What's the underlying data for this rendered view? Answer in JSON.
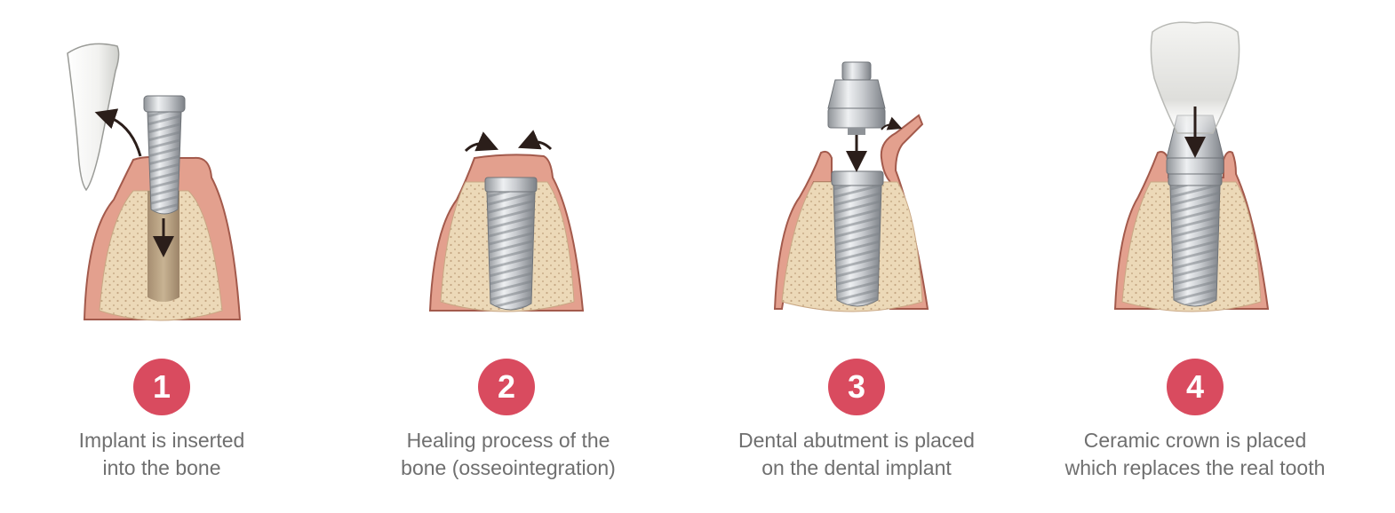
{
  "colors": {
    "badge": "#d94b5f",
    "gum": "#e3a08e",
    "gum_edge": "#a35a4c",
    "bone": "#ecd9b8",
    "metal": "#c4c7cb",
    "arrow": "#2b1e1a",
    "caption": "#6f6f6f"
  },
  "steps": [
    {
      "number": "1",
      "line1": "Implant is inserted",
      "line2": "into the bone",
      "icon": "implant-insertion-illustration"
    },
    {
      "number": "2",
      "line1": "Healing process of the",
      "line2": "bone (osseointegration)",
      "icon": "healing-illustration"
    },
    {
      "number": "3",
      "line1": "Dental abutment is placed",
      "line2": "on the dental implant",
      "icon": "abutment-illustration"
    },
    {
      "number": "4",
      "line1": "Ceramic crown is placed",
      "line2": "which replaces the real tooth",
      "icon": "crown-illustration"
    }
  ]
}
